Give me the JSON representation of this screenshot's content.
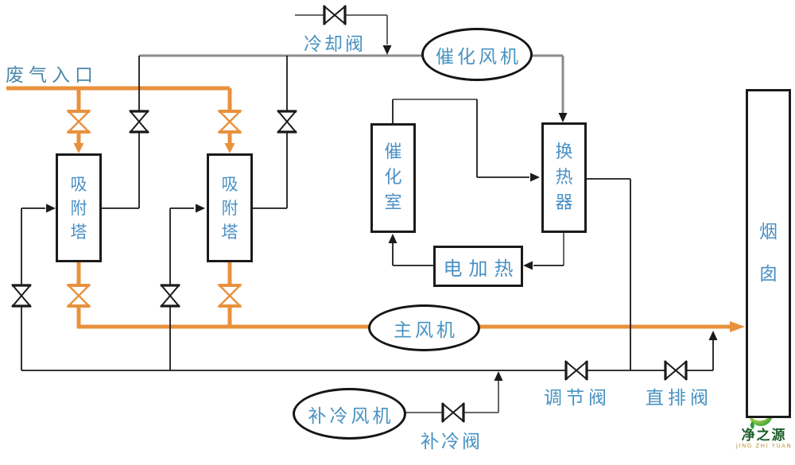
{
  "labels": {
    "inlet": "废气入口",
    "cooling_valve": "冷却阀",
    "catalytic_fan": "催化风机",
    "adsorption_tower": "吸附塔",
    "adsorption_tower_2": "吸附塔",
    "catalytic_chamber": "催化室",
    "heat_exchanger": "换热器",
    "electric_heater": "电加热",
    "main_fan": "主风机",
    "supp_cooling_fan": "补冷风机",
    "supp_cooling_valve": "补冷阀",
    "regulating_valve": "调节阀",
    "direct_vent_valve": "直排阀",
    "chimney": "烟囱"
  },
  "logo": {
    "name": "净之源",
    "sub": "JING ZHI YUAN"
  },
  "colors": {
    "pipe_orange": "#e8913c",
    "pipe_gray": "#8b8b8b",
    "pipe_black": "#1a1a1a",
    "label_blue": "#4793c2",
    "logo_green": "#1d5e2a",
    "logo_gold": "#b9952f"
  }
}
